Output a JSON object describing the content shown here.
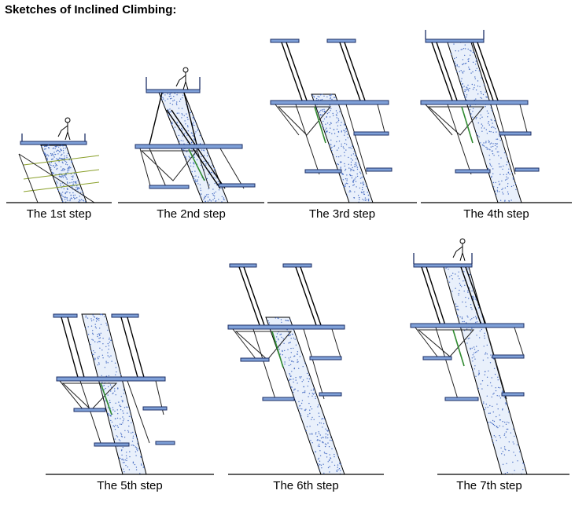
{
  "header": {
    "title": "Sketches of Inclined Climbing:"
  },
  "steps": [
    {
      "label": "The 1st step"
    },
    {
      "label": "The 2nd step"
    },
    {
      "label": "The 3rd step"
    },
    {
      "label": "The 4th step"
    },
    {
      "label": "The 5th step"
    },
    {
      "label": "The 6th step"
    },
    {
      "label": "The 7th step"
    }
  ]
}
